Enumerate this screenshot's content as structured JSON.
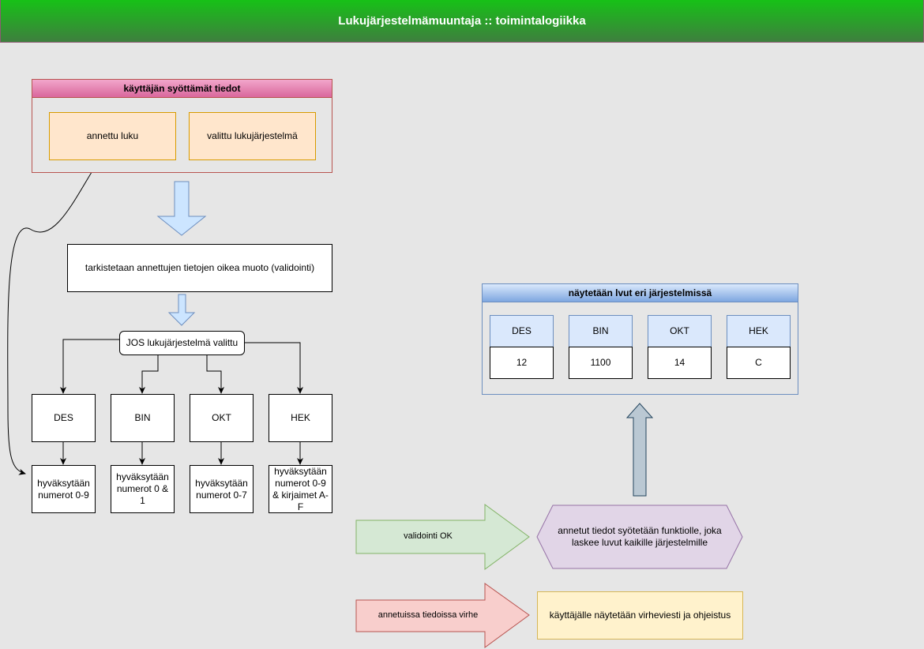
{
  "title": "Lukujärjestelmämuuntaja :: toimintalogiikka",
  "input_group": {
    "header": "käyttäjän syöttämät tiedot",
    "given_number": "annettu luku",
    "chosen_system": "valittu lukujärjestelmä"
  },
  "validation_step": "tarkistetaan annettujen tietojen oikea muoto (validointi)",
  "condition": "JOS lukujärjestelmä valittu",
  "systems": [
    "DES",
    "BIN",
    "OKT",
    "HEK"
  ],
  "accepted": [
    "hyväksytään numerot 0-9",
    "hyväksytään numerot 0 & 1",
    "hyväksytään numerot 0-7",
    "hyväksytään numerot 0-9 & kirjaimet A-F"
  ],
  "valid_arrow": "validointi OK",
  "error_arrow": "annetuissa tiedoissa virhe",
  "process": "annetut tiedot syötetään funktiolle, joka laskee luvut kaikille järjestelmille",
  "error_message": "käyttäjälle näytetään virheviesti ja ohjeistus",
  "result_group": {
    "header": "näytetään lvut eri järjestelmissä",
    "labels": [
      "DES",
      "BIN",
      "OKT",
      "HEK"
    ],
    "values": [
      "12",
      "1100",
      "14",
      "C"
    ]
  },
  "colors": {
    "title_green": "#17c117",
    "orange_fill": "#ffe6cc",
    "orange_stroke": "#d79b00",
    "green_fill": "#d5e8d4",
    "red_fill": "#f8cecc",
    "purple_fill": "#e1d5e7",
    "yellow_fill": "#fff2cc",
    "blue_fill": "#dae8fc"
  }
}
